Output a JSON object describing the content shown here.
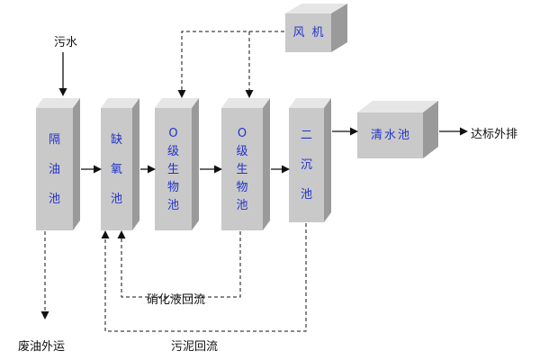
{
  "labels": {
    "sewage": "污水",
    "discharge": "达标外排",
    "waste_oil": "废油外运",
    "nitrate_return": "硝化液回流",
    "sludge_return": "污泥回流"
  },
  "units": {
    "blower": [
      "风",
      "机"
    ],
    "oil_separator": [
      "隔",
      "油",
      "池"
    ],
    "anoxic": [
      "缺",
      "氧",
      "池"
    ],
    "o_tank_1": [
      "O",
      "级",
      "生",
      "物",
      "池"
    ],
    "o_tank_2": [
      "O",
      "级",
      "生",
      "物",
      "池"
    ],
    "secondary_clarifier": [
      "二",
      "沉",
      "池"
    ],
    "clear_water": [
      "清",
      "水",
      "池"
    ]
  },
  "colors": {
    "box_text": "#2233cc",
    "box_front": "#c9c9c9",
    "box_side": "#9a9a9a",
    "box_top": "#e6e6e6",
    "line": "#111111"
  }
}
